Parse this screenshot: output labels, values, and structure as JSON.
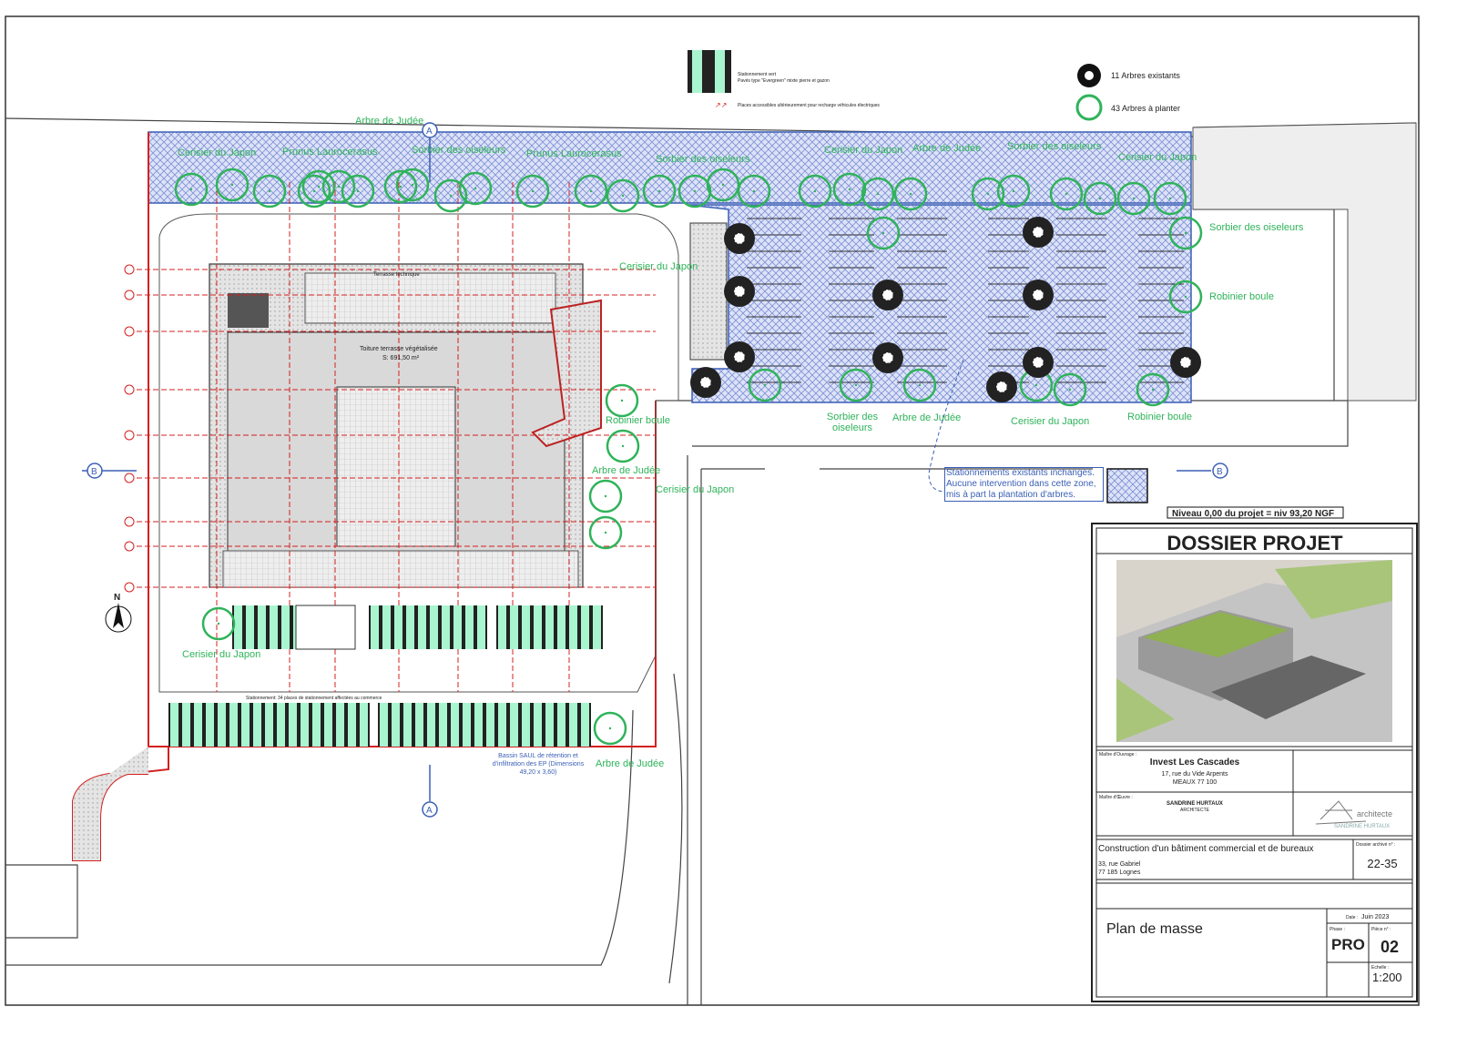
{
  "legend": {
    "green_parking_title": "Stationnement vert",
    "green_parking_desc": "Pavés type \"Evergreen\" mixte pierre et gazon",
    "ev_charging": "Places accessibles ultérieurement pour recharge véhicules électriques",
    "existing_trees": "11 Arbres existants",
    "new_trees": "43 Arbres à planter"
  },
  "tree_labels": {
    "top": [
      "Cerisier du Japon",
      "Prunus Laurocerasus",
      "Sorbier des oiseleurs",
      "Prunus Laurocerasus",
      "Sorbier des oiseleurs",
      "Cerisier du Japon",
      "Arbre de Judée",
      "Sorbier des oiseleurs",
      "Cerisier du Japon"
    ],
    "arbre_judee_top": "Arbre de Judée",
    "right": [
      "Sorbier des oiseleurs",
      "Robinier boule"
    ],
    "bottom_parking": [
      "Sorbier des oiseleurs",
      "Arbre de Judée",
      "Cerisier du Japon",
      "Robinier boule"
    ],
    "building_side": [
      "Cerisier du Japon",
      "Robinier boule",
      "Arbre de Judée",
      "Cerisier du Japon"
    ],
    "south": [
      "Cerisier du Japon",
      "Arbre de Judée"
    ]
  },
  "building": {
    "technical_terrace": "Terrasse technique",
    "green_roof": "Toiture terrasse végétalisée",
    "green_roof_area": "S: 691,50 m²",
    "parking_note": "Stationnement: 34 places de stationnement affectées au commerce"
  },
  "basin_note": "Bassin SAUL de rétention et d'infiltration des EP (Dimensions 49,20 x 3,60)",
  "existing_parking_note": "Stationnements existants inchangés. Aucune intervention dans cette zone, mis à part la plantation d'arbres.",
  "level_note": "Niveau 0,00 du projet = niv 93,20 NGF",
  "section_markers": {
    "a": "A",
    "b": "B"
  },
  "north": "N",
  "title_block": {
    "title": "DOSSIER PROJET",
    "client_label": "Maître d'Ouvrage :",
    "client_name": "Invest Les Cascades",
    "client_address1": "17, rue du Vide Arpents",
    "client_address2": "MEAUX 77 100",
    "architect_label": "Maître d'Œuvre :",
    "architect_name": "SANDRINE HURTAUX",
    "architect_role": "ARCHITECTE",
    "logo_text": "architecte",
    "logo_sub": "SANDRINE HURTAUX",
    "project": "Construction d'un bâtiment commercial et de bureaux",
    "project_address1": "33, rue Gabriel",
    "project_address2": "77 185  Lognes",
    "archive_label": "Dossier archivé n° :",
    "archive_no": "22-35",
    "drawing_title": "Plan de masse",
    "date_label": "Date :",
    "date": "Juin 2023",
    "phase_label": "Phase :",
    "phase": "PRO",
    "piece_label": "Pièce n° :",
    "piece": "02",
    "scale_label": "Echelle :",
    "scale": "1:200"
  },
  "colors": {
    "green": "#2fb35a",
    "red": "#e0202a",
    "blue": "#3a5fb5",
    "hatch": "#c9d3f2",
    "mint": "#a8f5d0"
  }
}
